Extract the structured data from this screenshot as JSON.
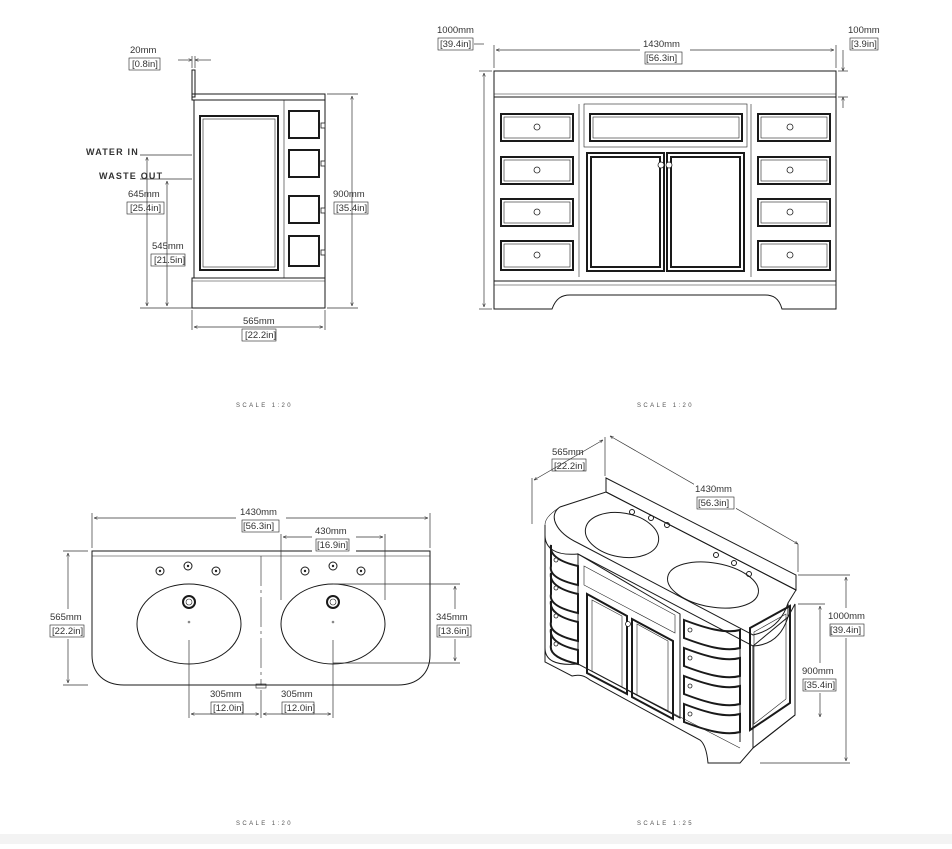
{
  "side": {
    "splash_mm": "20mm",
    "splash_in": "[0.8in]",
    "water_in": "WATER IN",
    "waste_out": "WASTE OUT",
    "h645_mm": "645mm",
    "h645_in": "[25.4in]",
    "h545_mm": "545mm",
    "h545_in": "[21.5in]",
    "h900_mm": "900mm",
    "h900_in": "[35.4in]",
    "depth_mm": "565mm",
    "depth_in": "[22.2in]",
    "scale": "SCALE 1:20"
  },
  "front": {
    "total_h_mm": "1000mm",
    "total_h_in": "[39.4in]",
    "width_mm": "1430mm",
    "width_in": "[56.3in]",
    "top_mm": "100mm",
    "top_in": "[3.9in]",
    "scale": "SCALE 1:20"
  },
  "plan": {
    "width_mm": "1430mm",
    "width_in": "[56.3in]",
    "basin_w_mm": "430mm",
    "basin_w_in": "[16.9in]",
    "depth_mm": "565mm",
    "depth_in": "[22.2in]",
    "basin_d_mm": "345mm",
    "basin_d_in": "[13.6in]",
    "off_left_mm": "305mm",
    "off_left_in": "[12.0in]",
    "off_right_mm": "305mm",
    "off_right_in": "[12.0in]",
    "scale": "SCALE 1:20"
  },
  "iso": {
    "depth_mm": "565mm",
    "depth_in": "[22.2in]",
    "width_mm": "1430mm",
    "width_in": "[56.3in]",
    "total_h_mm": "1000mm",
    "total_h_in": "[39.4in]",
    "body_h_mm": "900mm",
    "body_h_in": "[35.4in]",
    "scale": "SCALE 1:25"
  }
}
